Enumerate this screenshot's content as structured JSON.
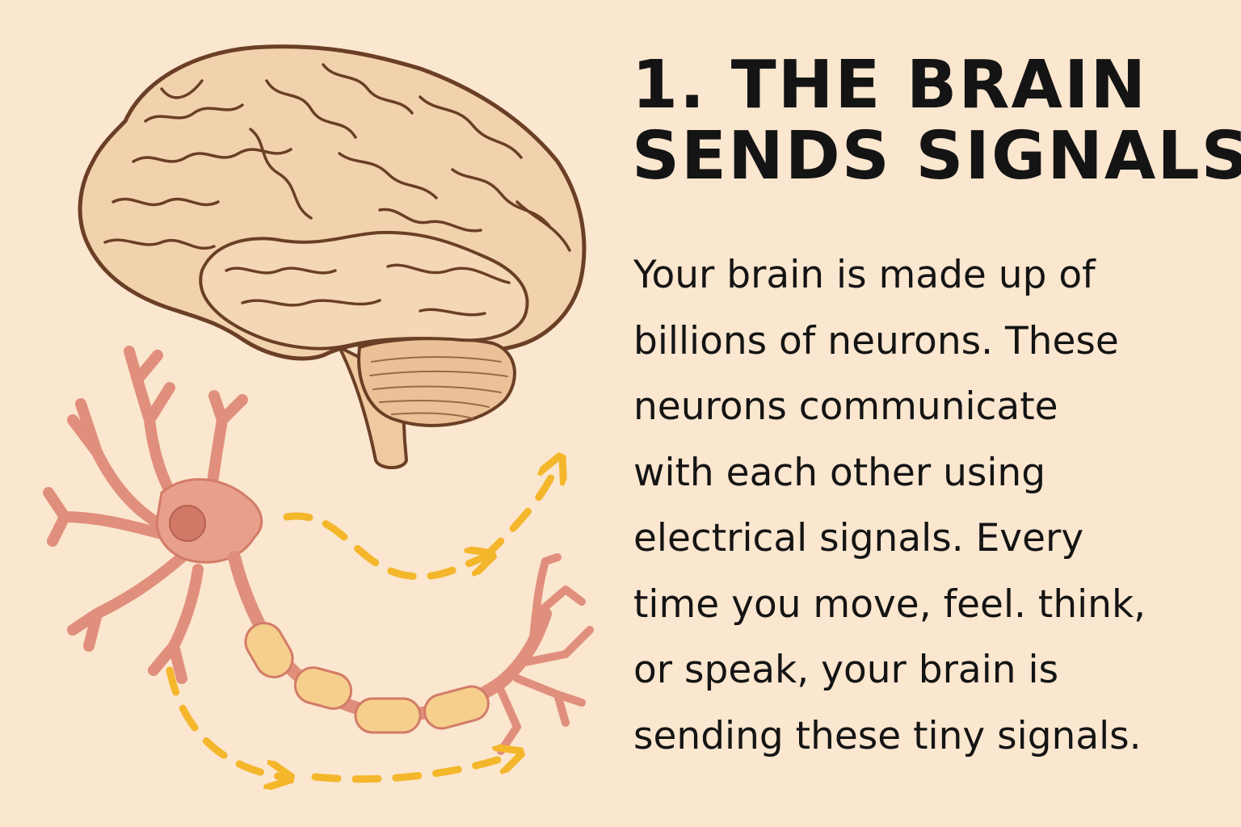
{
  "title": {
    "lines": [
      "1. THE BRAIN",
      "SENDS SIGNALS"
    ]
  },
  "body": {
    "lines": [
      "Your brain is made up of",
      "billions of neurons. These",
      "neurons communicate",
      "with each other using",
      "electrical signals. Every",
      "time you move, feel. think,",
      "or speak, your brain is",
      "sending these tiny signals."
    ]
  },
  "colors": {
    "background": "#fbe6cf",
    "brain_fill": "#f2d2ad",
    "brain_outline": "#6b3f26",
    "neuron": "#e08f7c",
    "myelin": "#f6cf8c",
    "signal_arrows": "#f4b72b",
    "text": "#141414"
  },
  "icons": [
    "brain-illustration",
    "neuron-illustration",
    "signal-arrow"
  ]
}
